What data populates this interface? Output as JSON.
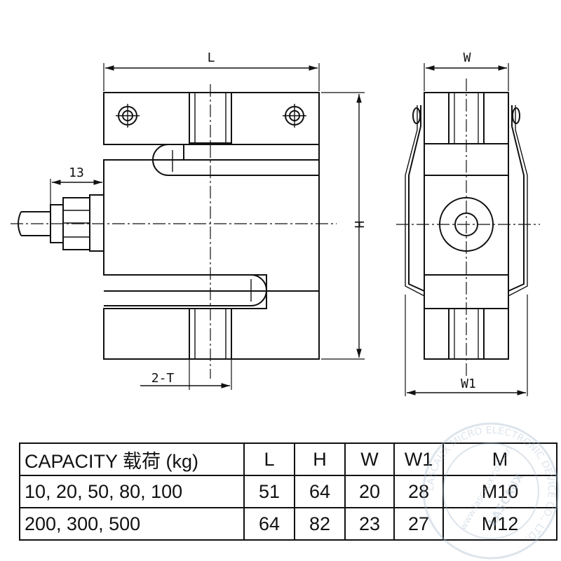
{
  "dimension_labels": {
    "L": "L",
    "H": "H",
    "W": "W",
    "W1": "W1",
    "cable": "13",
    "thread": "2-T"
  },
  "table": {
    "headers": [
      "CAPACITY 载荷 (kg)",
      "L",
      "H",
      "W",
      "W1",
      "M"
    ],
    "rows": [
      [
        "10, 20, 50, 80, 100",
        "51",
        "64",
        "20",
        "28",
        "M10"
      ],
      [
        "200, 300, 500",
        "64",
        "82",
        "23",
        "27",
        "M12"
      ]
    ]
  },
  "watermark": {
    "ring_text": "LASCAUX MICRO ELECTRONIC DEVICE CO., LTD.",
    "center_text": "www.lascaux.com.cn",
    "brand": "LASCAUX",
    "color": "#9fb4c8"
  }
}
